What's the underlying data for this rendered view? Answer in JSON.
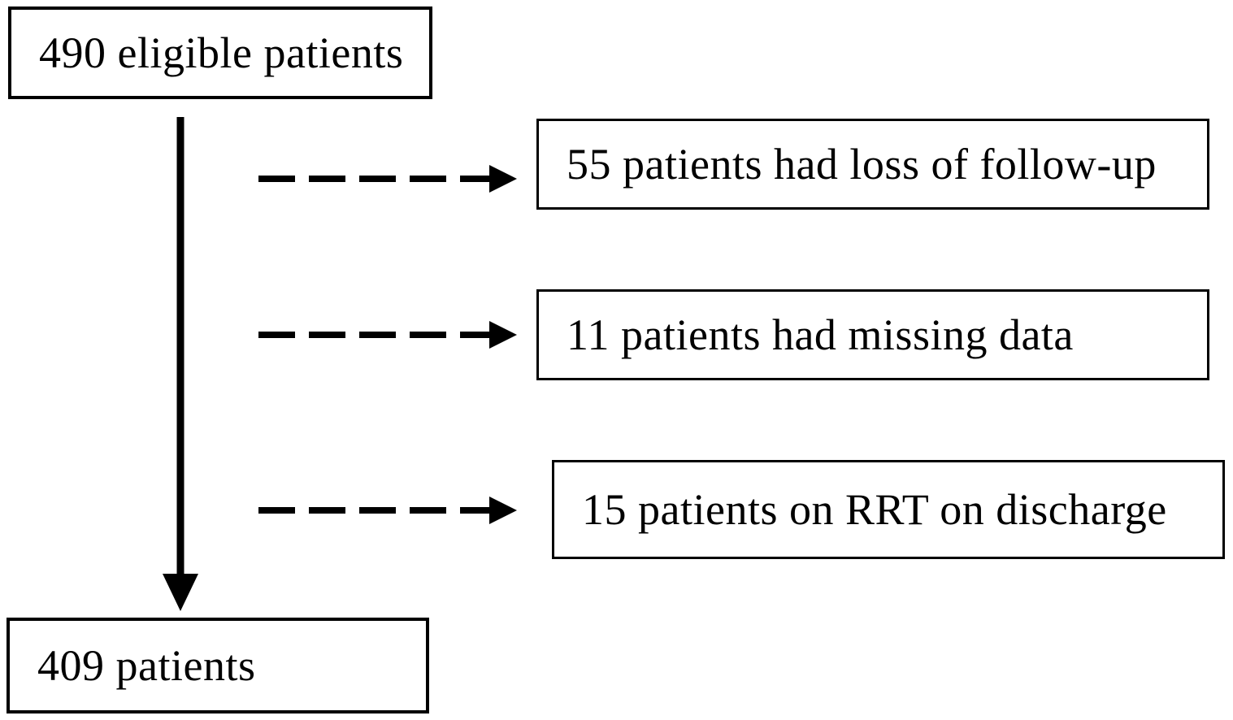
{
  "diagram": {
    "type": "flowchart",
    "nodes": {
      "eligible": {
        "label": "490 eligible patients"
      },
      "loss_followup": {
        "label": "55 patients had loss of follow-up"
      },
      "missing_data": {
        "label": "11 patients had missing data"
      },
      "rrt_discharge": {
        "label": "15 patients on RRT on discharge"
      },
      "final": {
        "label": "409 patients"
      }
    },
    "edges": [
      {
        "from": "eligible",
        "to": "final",
        "style": "solid",
        "direction": "down"
      },
      {
        "from": "eligible",
        "to": "loss_followup",
        "style": "dashed",
        "direction": "right"
      },
      {
        "from": "eligible",
        "to": "missing_data",
        "style": "dashed",
        "direction": "right"
      },
      {
        "from": "eligible",
        "to": "rrt_discharge",
        "style": "dashed",
        "direction": "right"
      }
    ],
    "colors": {
      "background": "#ffffff",
      "box_fill": "#ffffff",
      "box_border": "#000000",
      "text": "#000000",
      "arrow": "#000000"
    }
  }
}
